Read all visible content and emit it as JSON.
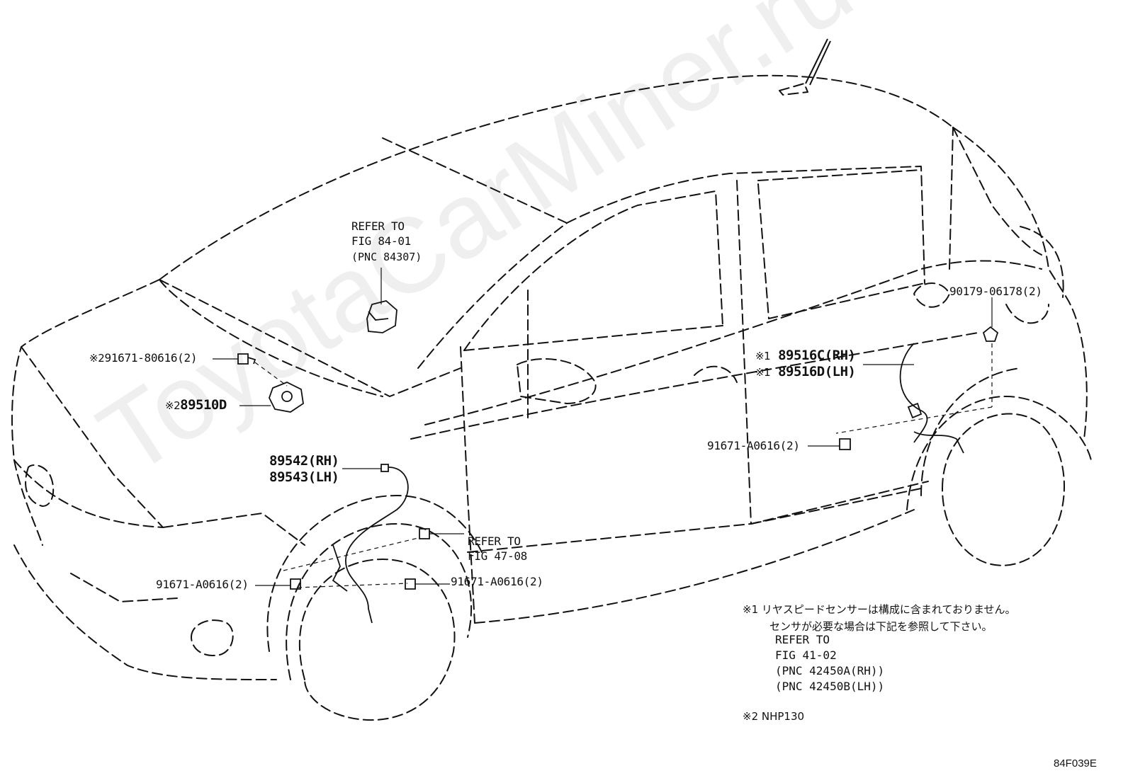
{
  "watermark": "ToyotaCarMiner.ru",
  "figure_code": "84F039E",
  "labels": {
    "refer_84": [
      "REFER TO",
      "FIG 84-01",
      "(PNC 84307)"
    ],
    "refer_47": [
      "REFER TO",
      "FIG 47-08"
    ],
    "p90179": "90179-06178(2)",
    "p91671_80616": "91671-80616(2)",
    "p89510d": "89510D",
    "p89516c": "89516C(RH)",
    "p89516d": "89516D(LH)",
    "p91671_a0616_right": "91671-A0616(2)",
    "p89542": "89542(RH)",
    "p89543": "89543(LH)",
    "p91671_a0616_left": "91671-A0616(2)",
    "p91671_a0616_center": "91671-A0616(2)",
    "mark1": "※1",
    "mark2": "※2"
  },
  "notes": {
    "n1_line1": "※1 リヤスピードセンサーは構成に含まれておりません。",
    "n1_line2": "センサが必要な場合は下記を参照して下さい。",
    "n1_ref": [
      "REFER TO",
      "FIG 41-02",
      "(PNC 42450A(RH))",
      "(PNC 42450B(LH))"
    ],
    "n2": "※2 NHP130"
  }
}
